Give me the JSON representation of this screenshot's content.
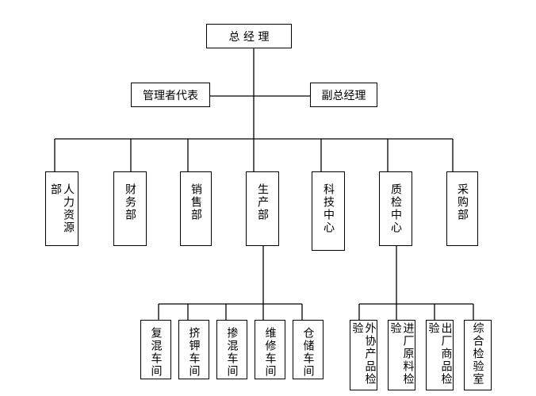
{
  "org": {
    "ceo": "总 经 理",
    "rep": "管理者代表",
    "deputy": "副总经理",
    "departments": [
      "人力资源部",
      "财务部",
      "销售部",
      "生产部",
      "科技中心",
      "质检中心",
      "采购部"
    ],
    "production_units": [
      "复混车间",
      "挤钾车间",
      "掺混车间",
      "维修车间",
      "仓储车间"
    ],
    "qc_units": [
      "外协产品检验",
      "进厂原料检验",
      "出厂商品检验",
      "综合检验室"
    ]
  }
}
